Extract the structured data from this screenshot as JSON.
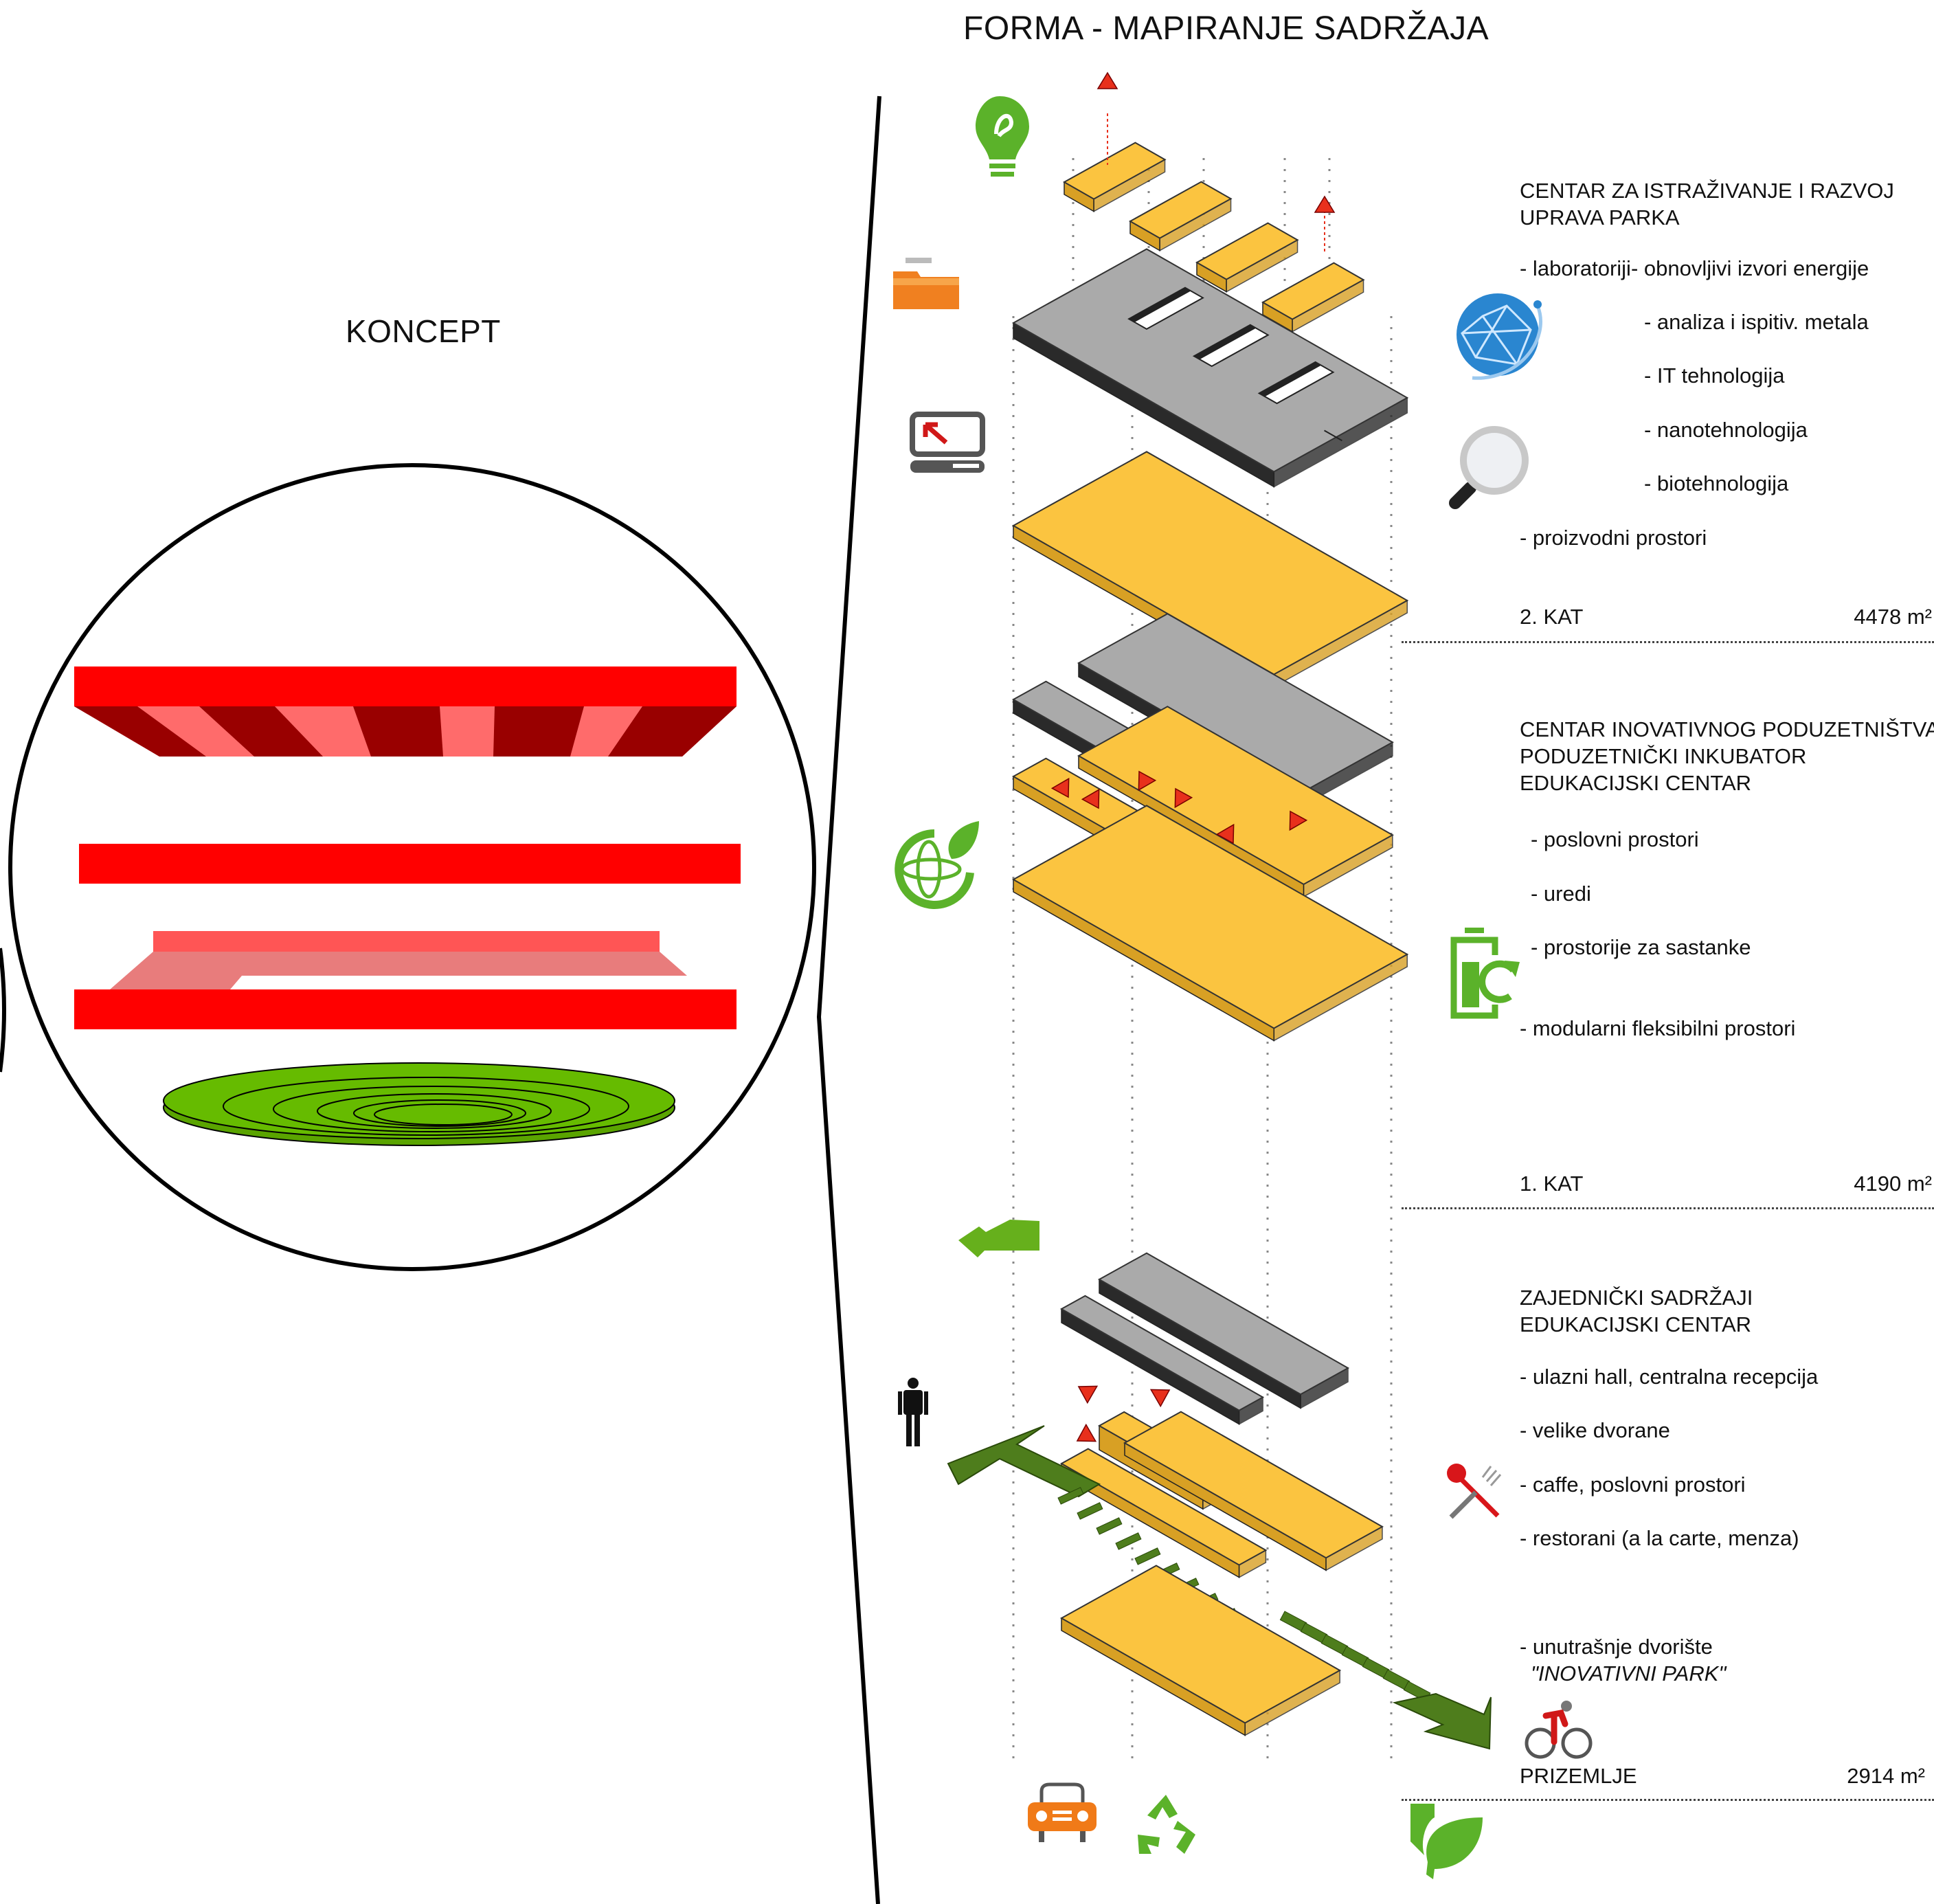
{
  "page_title": "FORMA - MAPIRANJE SADRŽAJA",
  "concept": {
    "title": "KONCEPT",
    "colors": {
      "bar": "#ff0000",
      "bar_dark": "#990000",
      "bar_light": "#ff6b6b",
      "ramp": "#e87c7c",
      "disc": "#66bb00"
    }
  },
  "colors": {
    "slab_yellow": "#fbc440",
    "slab_yellow_side": "#d8a024",
    "slab_grey": "#aaaaaa",
    "slab_grey_side": "#2a2a2a",
    "arrow_red": "#e8301c",
    "path_green": "#4e7d1c",
    "icon_green": "#5bb22a",
    "icon_orange": "#f08020",
    "icon_blue": "#2a86d0"
  },
  "floors": [
    {
      "id": "kat2",
      "heading": [
        "CENTAR ZA ISTRAŽIVANJE I RAZVOJ",
        "UPRAVA PARKA"
      ],
      "items": [
        "- laboratoriji- obnovljivi izvori energije",
        "- analiza i ispitiv. metala",
        "- IT tehnologija",
        "- nanotehnologija",
        "- biotehnologija",
        "- proizvodni prostori"
      ],
      "label": "2.  KAT",
      "area": "4478  m²"
    },
    {
      "id": "kat1",
      "heading": [
        "CENTAR INOVATIVNOG PODUZETNIŠTVA",
        "PODUZETNIČKI INKUBATOR",
        "EDUKACIJSKI CENTAR"
      ],
      "items": [
        "- poslovni prostori",
        "- uredi",
        "- prostorije za sastanke",
        "- modularni fleksibilni prostori"
      ],
      "label": "1.  KAT",
      "area": "4190  m²"
    },
    {
      "id": "prizemlje",
      "heading": [
        "ZAJEDNIČKI SADRŽAJI",
        "EDUKACIJSKI CENTAR"
      ],
      "items": [
        "-  ulazni hall, centralna recepcija",
        "-  velike dvorane",
        "-  caffe, poslovni prostori",
        "-  restorani (a la carte, menza)",
        "-  unutrašnje dvorište"
      ],
      "courtyard_name": "\"INOVATIVNI PARK\"",
      "label": "PRIZEMLJE",
      "area": "2914  m²"
    }
  ],
  "icons": [
    "eco-lightbulb-icon",
    "folder-icon",
    "computer-icon",
    "globe-network-icon",
    "magnifier-icon",
    "eco-globe-icon",
    "battery-recycle-icon",
    "green-arrow-icon",
    "person-icon",
    "restaurant-icon",
    "bicycle-icon",
    "car-icon",
    "recycle-icon",
    "leaf-icon"
  ]
}
